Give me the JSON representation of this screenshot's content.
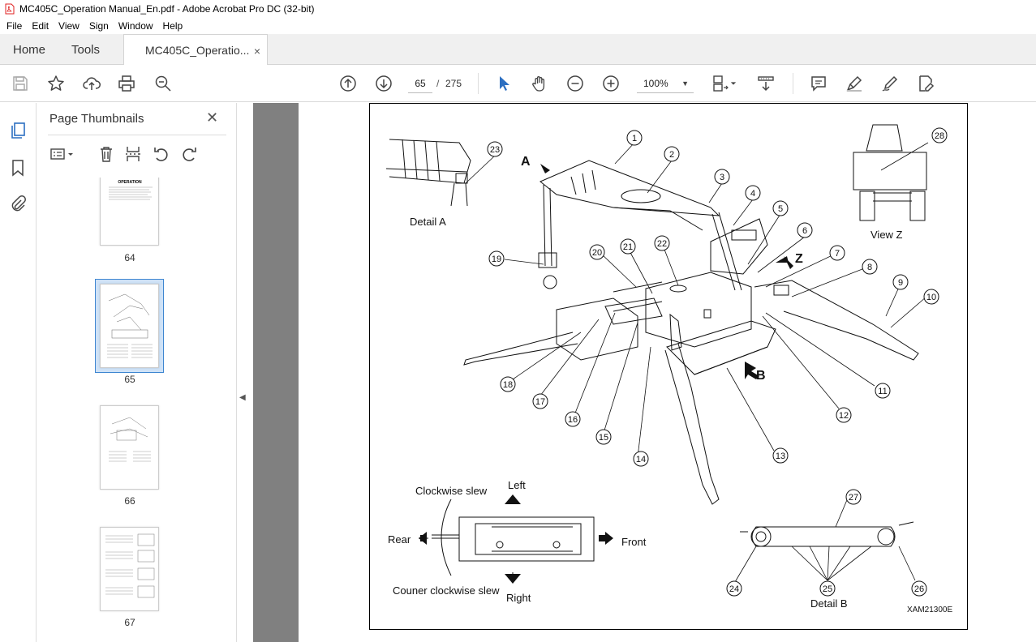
{
  "window": {
    "title": "MC405C_Operation Manual_En.pdf - Adobe Acrobat Pro DC (32-bit)"
  },
  "menu": [
    "File",
    "Edit",
    "View",
    "Sign",
    "Window",
    "Help"
  ],
  "tabs": {
    "home": "Home",
    "tools": "Tools",
    "document": "MC405C_Operatio...",
    "close": "×"
  },
  "toolbar": {
    "current_page": "65",
    "page_separator": "/",
    "total_pages": "275",
    "zoom": "100%"
  },
  "thumbnails": {
    "title": "Page Thumbnails",
    "pages": [
      "64",
      "65",
      "66",
      "67"
    ],
    "selected": "65",
    "page64_heading": "OPERATION"
  },
  "drawing": {
    "callouts": [
      "1",
      "2",
      "3",
      "4",
      "5",
      "6",
      "7",
      "8",
      "9",
      "10",
      "11",
      "12",
      "13",
      "14",
      "15",
      "16",
      "17",
      "18",
      "19",
      "20",
      "21",
      "22",
      "23",
      "24",
      "25",
      "26",
      "27",
      "28"
    ],
    "detail_a": "Detail A",
    "view_z": "View Z",
    "detail_b": "Detail B",
    "label_a": "A",
    "label_b": "B",
    "label_z": "Z",
    "clockwise": "Clockwise slew",
    "counter_clockwise": "Couner clockwise slew",
    "left": "Left",
    "right": "Right",
    "rear": "Rear",
    "front": "Front",
    "ref": "XAM21300E"
  },
  "colors": {
    "accent": "#3e86d1",
    "pdf_red": "#e02020",
    "doc_gray": "#808080"
  }
}
